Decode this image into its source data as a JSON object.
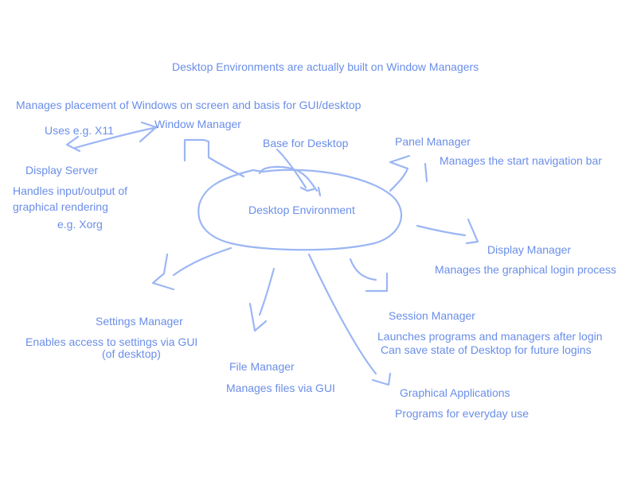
{
  "colors": {
    "ink": "#6a8ee8",
    "stroke": "#9cb6f4",
    "background": "#ffffff"
  },
  "diagram": {
    "heading": "Desktop Environments are actually built on Window Managers",
    "center": "Desktop Environment",
    "base_label": "Base for Desktop",
    "window_manager": {
      "title": "Window Manager",
      "description": "Manages placement of Windows on screen and basis for GUI/desktop"
    },
    "display_server": {
      "uses": "Uses e.g. X11",
      "title": "Display Server",
      "desc_line1": "Handles input/output of",
      "desc_line2": "graphical rendering",
      "example": "e.g. Xorg"
    },
    "panel_manager": {
      "title": "Panel Manager",
      "description": "Manages the start navigation bar"
    },
    "display_manager": {
      "title": "Display Manager",
      "description": "Manages the graphical login process"
    },
    "session_manager": {
      "title": "Session Manager",
      "desc_line1": "Launches programs and managers after login",
      "desc_line2": "Can save state of Desktop for future logins"
    },
    "graphical_applications": {
      "title": "Graphical Applications",
      "description": "Programs for everyday use"
    },
    "file_manager": {
      "title": "File Manager",
      "description": "Manages files via GUI"
    },
    "settings_manager": {
      "title": "Settings Manager",
      "desc_line1": "Enables access to settings via GUI",
      "desc_line2": "(of desktop)"
    }
  }
}
